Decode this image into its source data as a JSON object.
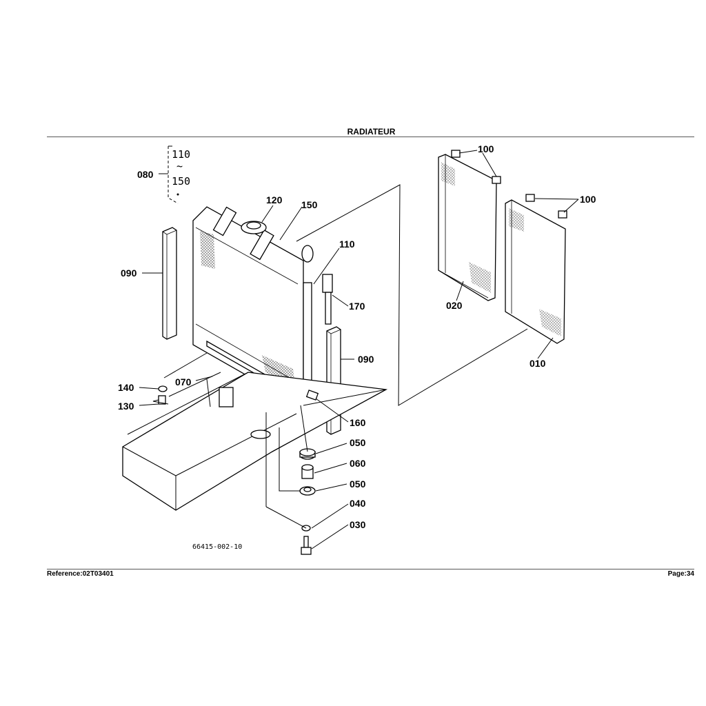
{
  "header": {
    "title": "RADIATEUR"
  },
  "footer": {
    "reference": "Reference:02T03401",
    "page": "Page:34"
  },
  "drawing": {
    "code": "66415-002-10",
    "bracket_text": {
      "top": "110",
      "tilde": "~",
      "bottom": "150"
    },
    "callouts": [
      {
        "id": "c080",
        "text": "080"
      },
      {
        "id": "c090a",
        "text": "090"
      },
      {
        "id": "c120",
        "text": "120"
      },
      {
        "id": "c150",
        "text": "150"
      },
      {
        "id": "c110",
        "text": "110"
      },
      {
        "id": "c170",
        "text": "170"
      },
      {
        "id": "c090b",
        "text": "090"
      },
      {
        "id": "c140",
        "text": "140"
      },
      {
        "id": "c070",
        "text": "070"
      },
      {
        "id": "c130",
        "text": "130"
      },
      {
        "id": "c160",
        "text": "160"
      },
      {
        "id": "c050a",
        "text": "050"
      },
      {
        "id": "c060",
        "text": "060"
      },
      {
        "id": "c050b",
        "text": "050"
      },
      {
        "id": "c040",
        "text": "040"
      },
      {
        "id": "c030",
        "text": "030"
      },
      {
        "id": "c100a",
        "text": "100"
      },
      {
        "id": "c100b",
        "text": "100"
      },
      {
        "id": "c020",
        "text": "020"
      },
      {
        "id": "c010",
        "text": "010"
      }
    ]
  }
}
